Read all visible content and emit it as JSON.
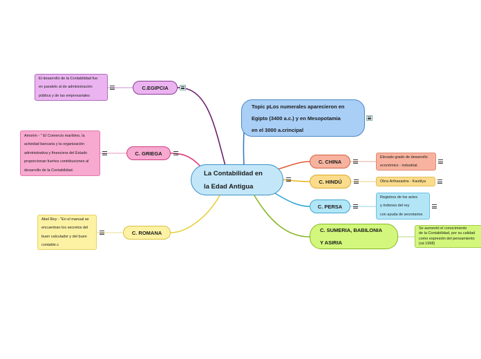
{
  "central": {
    "lines": [
      "La Contabilidad en",
      "la Edad Antigua"
    ]
  },
  "topic": {
    "lines": [
      "Topic pLos numerales aparecieron en",
      "Egipto (3400 a.c.) y en Mesopotamia",
      "en el 3000 a.crincipal"
    ]
  },
  "branches": {
    "egipcia": "C.EGIPCIA",
    "griega": "C. GRIEGA",
    "romana": "C. ROMANA",
    "china": "C. CHINA",
    "hindu": "C. HINDÚ",
    "persa": "C. PERSA",
    "sumeria": [
      "C. SUMERIA, BABILONIA",
      "Y ASIRIA"
    ]
  },
  "notes": {
    "egipcia": "El desarrollo de la Contabilidad fue\nen paralelo al de administración\npública y de las empresariales",
    "griega": "Amorim - \" El Comercio marítimo, la\nactividad bancaria y la organización\nadministrativa y financiera del Estado\nproporcionan fuertes contribuciones al\ndesarrollo de la Contabilidad.",
    "romana": "Abel Rey - \"En el manual se\nencuentran los secretos del\nbuen calculador y del buen\n contable.c",
    "china": "Elevado grado de desarrollo\neconómico - industrial.",
    "hindu": "Obra Arthasastra - Kautilya",
    "persa": "Registros de los actos\ny órdenes del rey\ncon ayuda de secretarios",
    "sumeria": "Se aumentó el conocimiento\nde la Contabilidad, por su calidad\ncomo expresión del pensamiento\n(sá 1998)"
  },
  "colors": {
    "egipcia": "#6b1f6e",
    "griega": "#e0347a",
    "romana": "#e6cf3a",
    "china": "#e25a32",
    "hindu": "#e9b21e",
    "persa": "#2ba3d6",
    "sumeria": "#86b822",
    "topic": "#3a78c0"
  },
  "icons": [
    "menu-icon"
  ]
}
